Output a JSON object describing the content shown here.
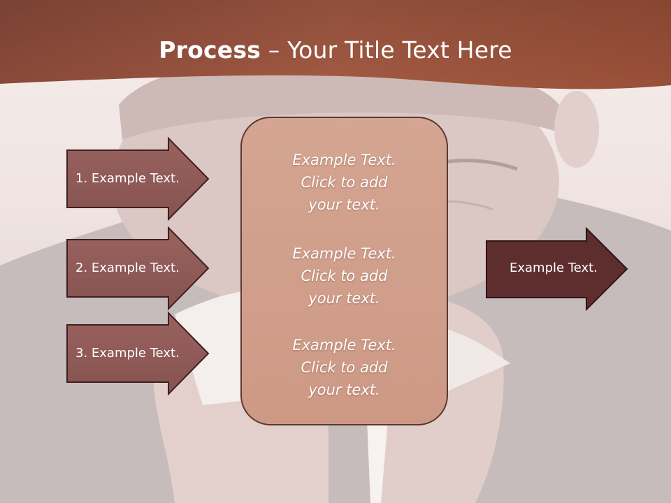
{
  "title": {
    "bold": "Process",
    "rest": " – Your Title Text Here"
  },
  "left_arrows": [
    {
      "label": "1. Example Text."
    },
    {
      "label": "2. Example Text."
    },
    {
      "label": "3. Example Text."
    }
  ],
  "center_box": {
    "blocks": [
      {
        "line1": "Example Text.",
        "line2": "Click  to add",
        "line3": "your text."
      },
      {
        "line1": "Example Text.",
        "line2": "Click  to add",
        "line3": "your text."
      },
      {
        "line1": "Example Text.",
        "line2": "Click  to add",
        "line3": "your text."
      }
    ]
  },
  "right_arrow": {
    "label": "Example Text."
  },
  "colors": {
    "banner": "#a35a43",
    "left_arrow_fill": "#8e5a5a",
    "right_arrow_fill": "#5e2e2e",
    "center_box_fill": "#d19f8c",
    "center_box_border": "#5a3a32"
  },
  "background": {
    "subject": "man blowing nose into tissue (faded photo)"
  }
}
